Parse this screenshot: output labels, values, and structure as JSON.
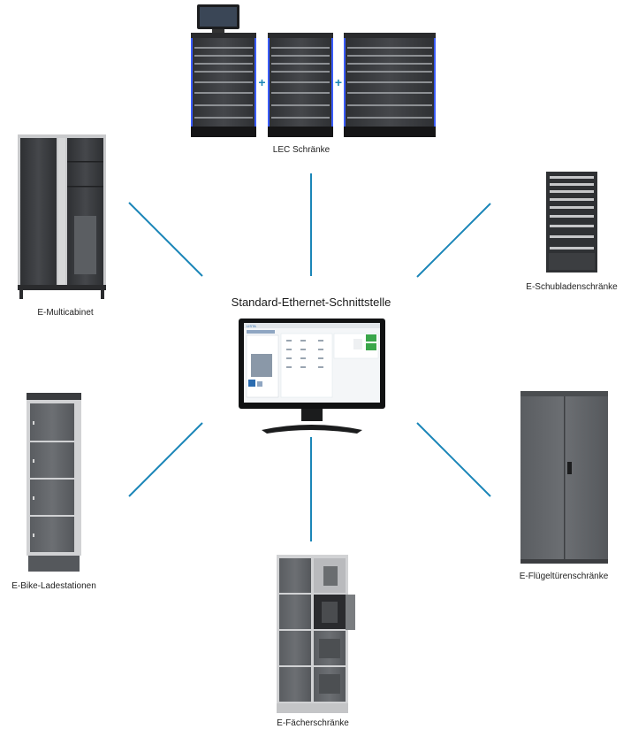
{
  "center": {
    "title": "Standard-Ethernet-Schnittstelle",
    "screen_logo": "LISTA"
  },
  "nodes": {
    "lec": {
      "label": "LEC Schränke",
      "plus": "+"
    },
    "multicabinet": {
      "label": "E-Multicabinet"
    },
    "schubladen": {
      "label": "E-Schubladenschränke"
    },
    "bike": {
      "label": "E-Bike-Ladestationen"
    },
    "fluegel": {
      "label": "E-Flügeltürenschränke"
    },
    "faecher": {
      "label": "E-Fächerschränke"
    }
  },
  "colors": {
    "connector": "#1b86b8",
    "cabinet_dark": "#3b3d40",
    "cabinet_frame": "#c9cacc",
    "led_blue": "#3a5cff",
    "accent_green": "#3aa64a"
  }
}
